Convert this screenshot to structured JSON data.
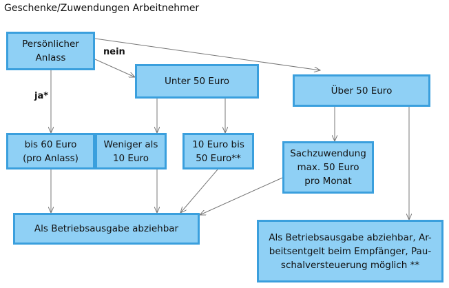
{
  "title": "Geschenke/Zuwendungen Arbeitnehmer",
  "nodes": {
    "anlass": "Persönlicher\nAnlass",
    "unter50": "Unter 50 Euro",
    "ueber50": "Über 50 Euro",
    "bis60": "bis 60 Euro\n(pro Anlass)",
    "weniger10": "Weniger als\n10 Euro",
    "zehnbis50": "10 Euro bis\n50 Euro**",
    "sachzuwendung": "Sachzuwendung\nmax. 50 Euro\npro Monat",
    "betriebsausgabe": "Als Betriebsausgabe abziehbar",
    "betriebsausgabe_arbeitsentgelt": "Als Betriebsausgabe abziehbar, Ar-\nbeitsentgelt beim Empfänger, Pau-\nschalversteuerung möglich **"
  },
  "edge_labels": {
    "nein": "nein",
    "ja": "ja*"
  },
  "colors": {
    "box_fill": "#8fd0f5",
    "box_border": "#3a9fdd",
    "arrow": "#777777"
  }
}
